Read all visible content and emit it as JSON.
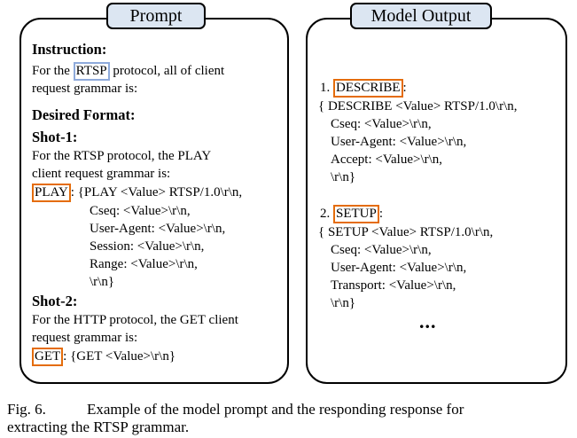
{
  "prompt_panel": {
    "title": "Prompt",
    "instruction_heading": "Instruction:",
    "instruction_pre": "For the ",
    "instruction_highlight": "RTSP",
    "instruction_post": " protocol, all of client",
    "instruction_line2": "request grammar is:",
    "desired_format_heading": "Desired Format:",
    "shot1_heading": "Shot-1:",
    "shot1_line1": "For the RTSP protocol, the PLAY",
    "shot1_line2": "client request grammar is:",
    "shot1_highlight": "PLAY",
    "shot1_first": ": {PLAY <Value> RTSP/1.0\\r\\n,",
    "shot1_fields": [
      "Cseq: <Value>\\r\\n,",
      "User-Agent: <Value>\\r\\n,",
      "Session: <Value>\\r\\n,",
      "Range: <Value>\\r\\n,",
      "\\r\\n}"
    ],
    "shot2_heading": "Shot-2:",
    "shot2_line1": "For the HTTP protocol, the GET client",
    "shot2_line2": "request grammar is:",
    "shot2_highlight": "GET",
    "shot2_rest": ": {GET <Value>\\r\\n}"
  },
  "output_panel": {
    "title": "Model Output",
    "item1_number": "1. ",
    "item1_highlight": "DESCRIBE",
    "item1_colon": ":",
    "item1_first": "{ DESCRIBE <Value> RTSP/1.0\\r\\n,",
    "item1_fields": [
      "Cseq: <Value>\\r\\n,",
      "User-Agent: <Value>\\r\\n,",
      "Accept: <Value>\\r\\n,",
      "\\r\\n}"
    ],
    "item2_number": "2. ",
    "item2_highlight": "SETUP",
    "item2_colon": ":",
    "item2_first": "{ SETUP <Value> RTSP/1.0\\r\\n,",
    "item2_fields": [
      "Cseq: <Value>\\r\\n,",
      "User-Agent: <Value>\\r\\n,",
      "Transport: <Value>\\r\\n,",
      "\\r\\n}"
    ],
    "ellipsis": "..."
  },
  "caption": {
    "label": "Fig. 6.",
    "line1": "Example of the model prompt and the responding response for",
    "line2": "extracting the RTSP grammar."
  },
  "colors": {
    "tab_fill": "#dce6f2",
    "highlight_orange": "#e46c0a",
    "highlight_blue": "#8eaadb"
  }
}
